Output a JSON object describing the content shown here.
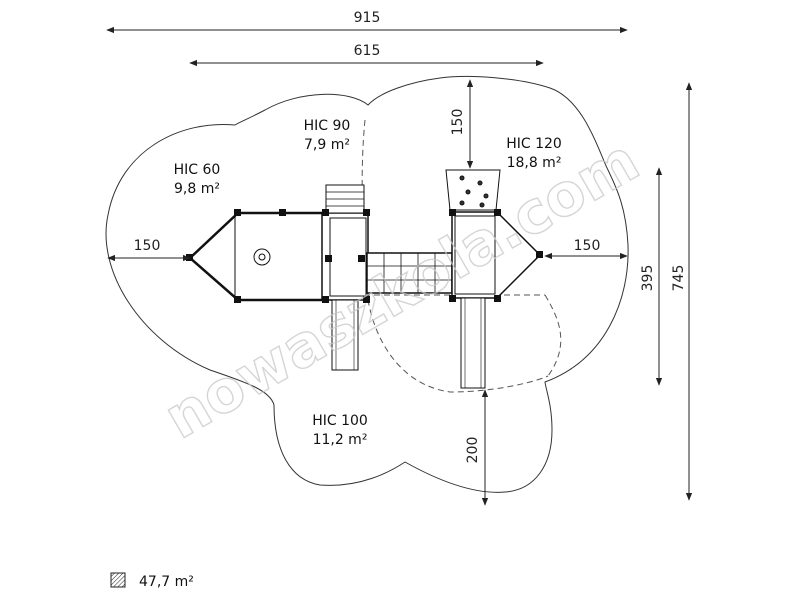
{
  "dimensions": {
    "overall_width": "915",
    "inner_width": "615",
    "top_clearance": "150",
    "left_clearance": "150",
    "right_clearance": "150",
    "bottom_clearance": "200",
    "inner_height": "395",
    "overall_height": "745"
  },
  "zones": [
    {
      "name": "HIC 60",
      "area": "9,8 m²"
    },
    {
      "name": "HIC 90",
      "area": "7,9 m²"
    },
    {
      "name": "HIC 120",
      "area": "18,8 m²"
    },
    {
      "name": "HIC 100",
      "area": "11,2 m²"
    }
  ],
  "legend": {
    "total_area": "47,7 m²"
  },
  "watermark": "nowaszkola.com",
  "icons": [
    "hatched-square-icon"
  ]
}
